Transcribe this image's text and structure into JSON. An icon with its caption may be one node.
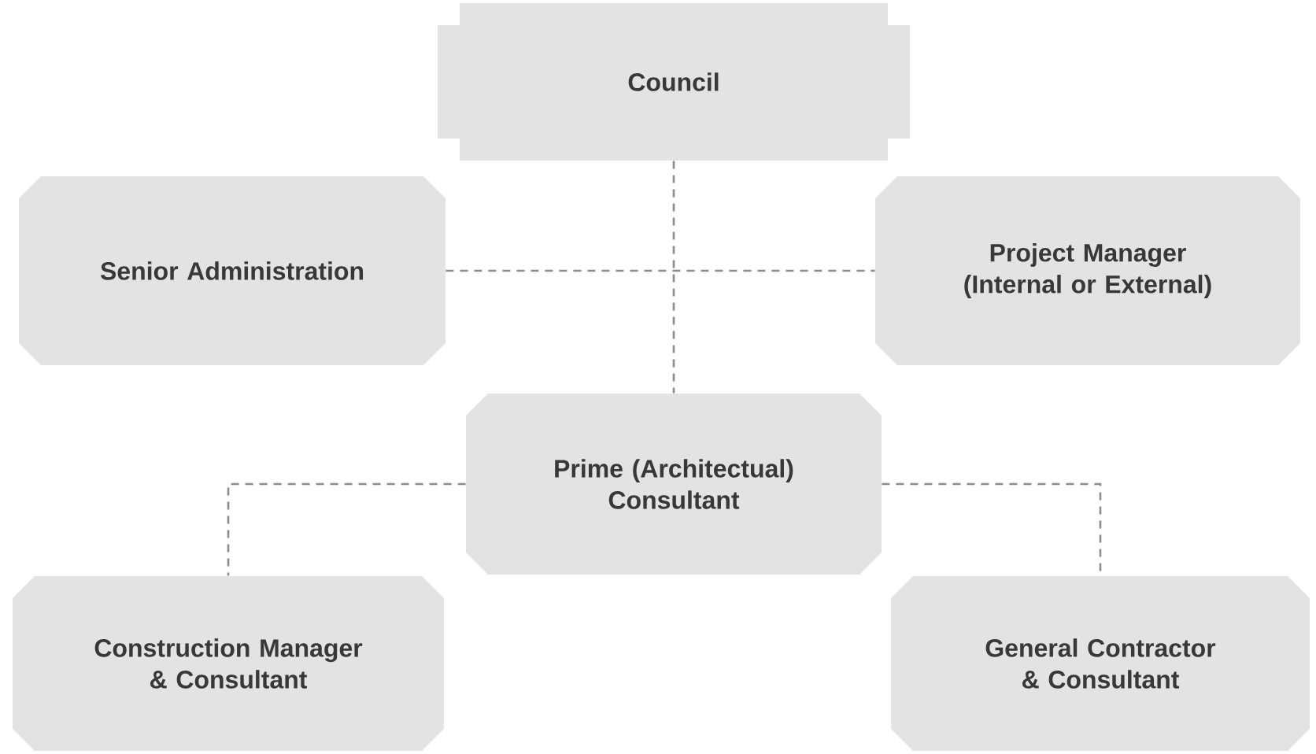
{
  "diagram": {
    "nodes": [
      {
        "text": [
          "Council"
        ]
      },
      {
        "text": [
          "Senior Administration"
        ]
      },
      {
        "text": [
          "Project Manager (Internal or External)"
        ]
      },
      {
        "text": [
          "Prime (Architectual) Consultant"
        ]
      },
      {
        "text": [
          "Construction Manager & Consultant"
        ]
      },
      {
        "text": [
          "General Contractor & Consultant"
        ]
      }
    ],
    "edges": [
      {
        "from": 0,
        "to": 3,
        "arrow": "none",
        "style": "dashed"
      },
      {
        "from": 1,
        "to": 2,
        "arrow": "none",
        "style": "dashed"
      },
      {
        "from": 3,
        "to": 4,
        "arrow": "none",
        "style": "dashed"
      },
      {
        "from": 3,
        "to": 5,
        "arrow": "none",
        "style": "dashed"
      }
    ]
  }
}
